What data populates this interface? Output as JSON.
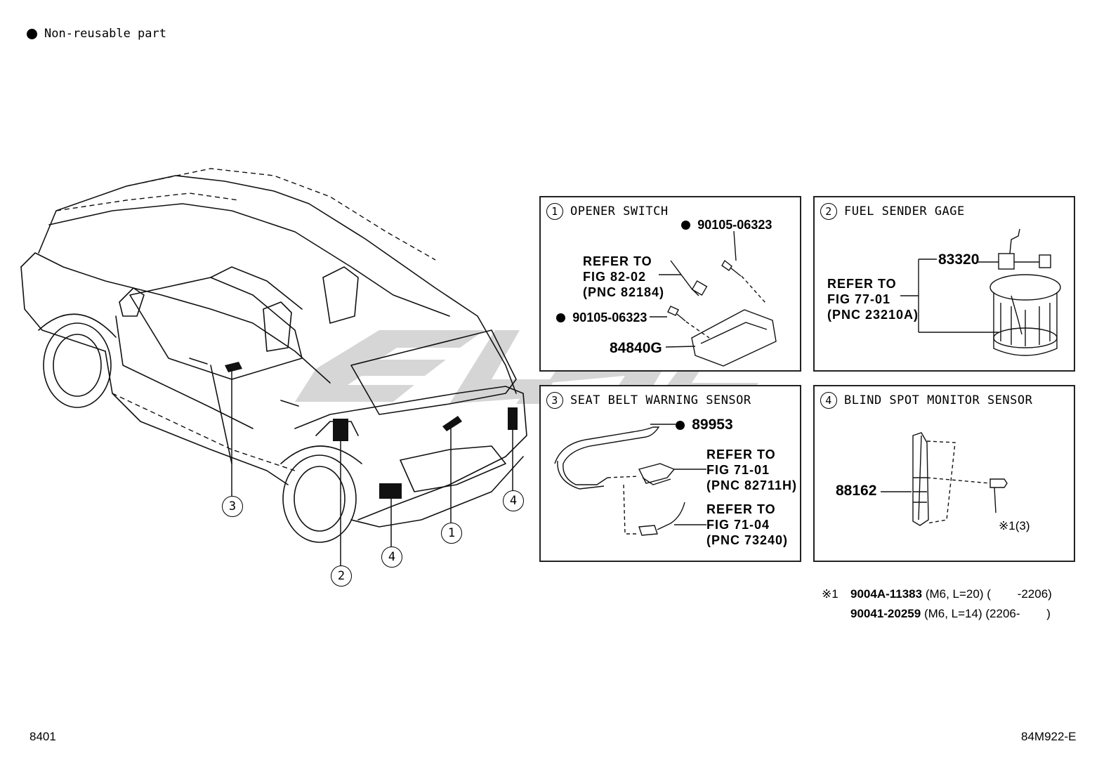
{
  "legend": {
    "text": "Non-reusable part"
  },
  "panels": [
    {
      "num": "1",
      "title": "OPENER SWITCH",
      "parts": [
        {
          "pn": "90105-06323",
          "nonreusable": true
        },
        {
          "pn": "90105-06323",
          "nonreusable": true
        },
        {
          "pn": "84840G"
        }
      ],
      "refs": [
        {
          "line1": "REFER TO",
          "line2": "FIG 82-02",
          "line3": "(PNC 82184)"
        }
      ]
    },
    {
      "num": "2",
      "title": "FUEL SENDER GAGE",
      "parts": [
        {
          "pn": "83320"
        }
      ],
      "refs": [
        {
          "line1": "REFER TO",
          "line2": "FIG 77-01",
          "line3": "(PNC 23210A)"
        }
      ]
    },
    {
      "num": "3",
      "title": "SEAT BELT WARNING SENSOR",
      "parts": [
        {
          "pn": "89953",
          "nonreusable": true
        }
      ],
      "refs": [
        {
          "line1": "REFER TO",
          "line2": "FIG 71-01",
          "line3": "(PNC 82711H)"
        },
        {
          "line1": "REFER TO",
          "line2": "FIG 71-04",
          "line3": "(PNC 73240)"
        }
      ]
    },
    {
      "num": "4",
      "title": "BLIND SPOT MONITOR SENSOR",
      "parts": [
        {
          "pn": "88162"
        }
      ],
      "note": "※1(3)"
    }
  ],
  "footnote": {
    "mark": "※1",
    "rows": [
      {
        "pn": "9004A-11383",
        "spec": "(M6, L=20)",
        "range": "(        -2206)"
      },
      {
        "pn": "90041-20259",
        "spec": "(M6, L=14)",
        "range": "(2206-        )"
      }
    ]
  },
  "callouts": [
    "3",
    "2",
    "4",
    "1",
    "4"
  ],
  "footer": {
    "left": "8401",
    "right": "84M922-E"
  },
  "watermark_color": "#c8c8c8"
}
